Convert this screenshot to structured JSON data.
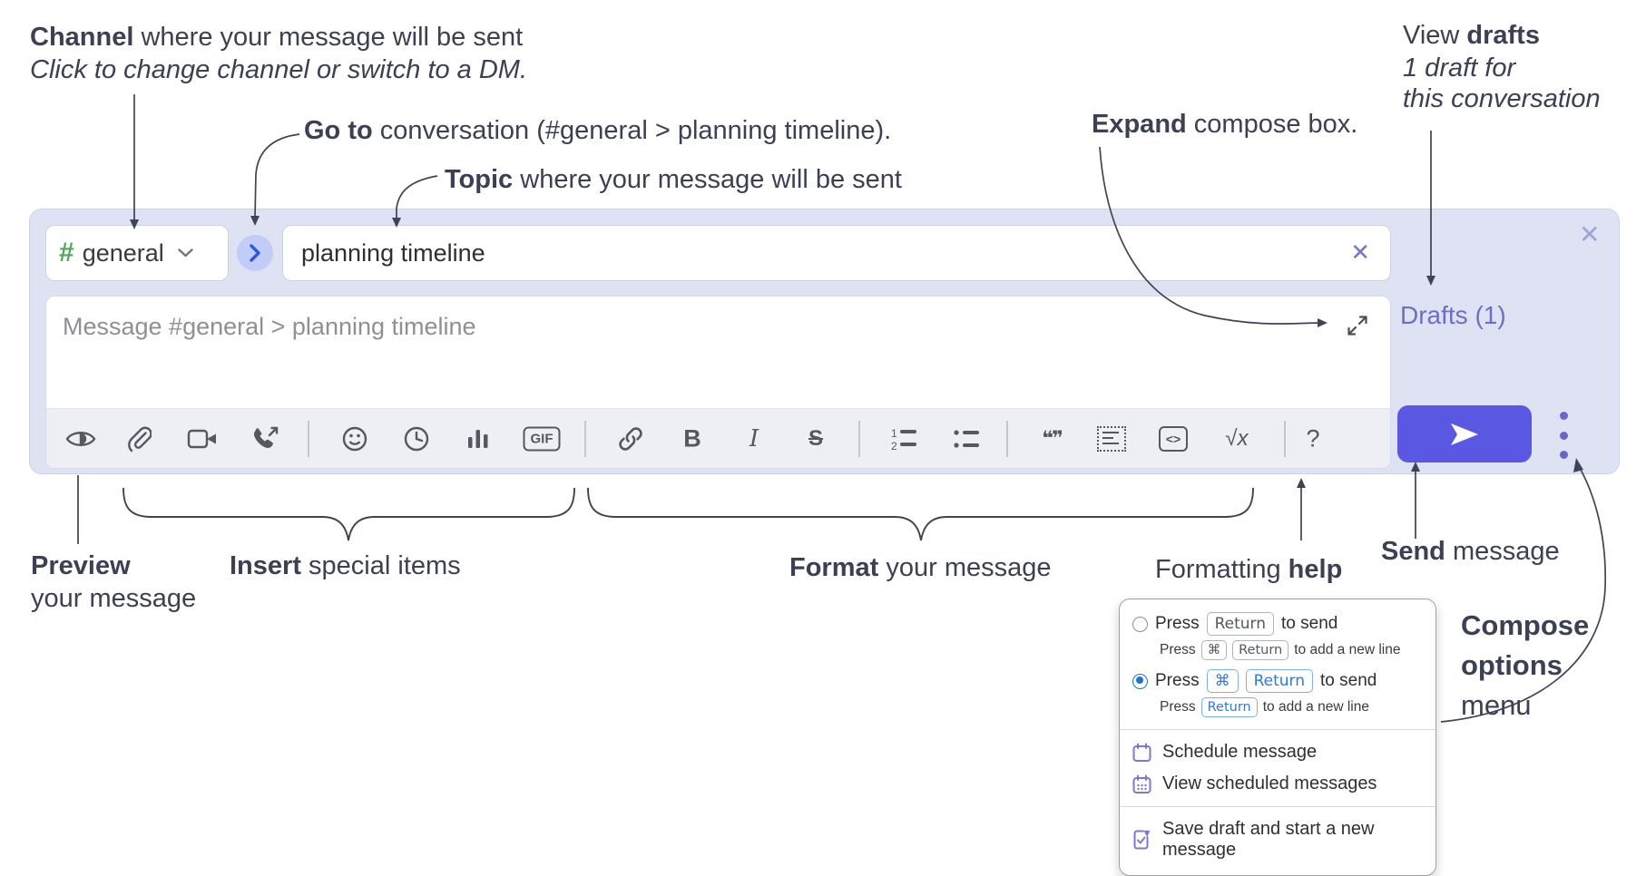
{
  "annotations": {
    "channel_bold": "Channel",
    "channel_rest": " where your message will be sent",
    "channel_sub": "Click to change channel or switch to a DM.",
    "goto_bold": "Go to",
    "goto_rest": " conversation (#general > planning timeline).",
    "topic_bold": "Topic",
    "topic_rest": " where your message will be sent",
    "expand_bold": "Expand",
    "expand_rest": " compose box.",
    "drafts_view": "View ",
    "drafts_bold": "drafts",
    "drafts_line2": "1 draft for",
    "drafts_line3": "this conversation",
    "preview_bold": "Preview",
    "preview_line2": "your message",
    "insert_bold": "Insert",
    "insert_rest": " special items",
    "format_bold": "Format",
    "format_rest": " your message",
    "help_pre": "Formatting ",
    "help_bold": "help",
    "send_bold": "Send",
    "send_rest": " message",
    "options_line1": "Compose",
    "options_line2": "options",
    "options_line3": "menu"
  },
  "compose": {
    "channel_hash": "#",
    "channel_name": "general",
    "topic_value": "planning timeline",
    "message_placeholder": "Message #general > planning timeline",
    "drafts_label": "Drafts (1)",
    "close_glyph": "✕",
    "clear_glyph": "✕"
  },
  "toolbar": {
    "bold_glyph": "B",
    "italic_glyph": "I",
    "strike_glyph": "S",
    "gif_glyph": "GIF",
    "quote_glyph": "❝❞",
    "code_glyph": "<>",
    "math_glyph": "√x",
    "help_glyph": "?"
  },
  "colors": {
    "accent_indigo": "#5a57e3",
    "drafts_purple": "#6d6ec4",
    "hash_green": "#53a65c",
    "radio_blue": "#2073cf",
    "menu_icon_purple": "#7d77d4"
  },
  "compose_menu": {
    "opt1_press": "Press",
    "opt1_key": "Return",
    "opt1_suffix": "to send",
    "opt1_sub_press": "Press",
    "opt1_sub_key1": "⌘",
    "opt1_sub_key2": "Return",
    "opt1_sub_suffix": "to add a new line",
    "opt2_press": "Press",
    "opt2_key1": "⌘",
    "opt2_key2": "Return",
    "opt2_suffix": "to send",
    "opt2_sub_press": "Press",
    "opt2_sub_key": "Return",
    "opt2_sub_suffix": "to add a new line",
    "items": [
      {
        "label": "Schedule message"
      },
      {
        "label": "View scheduled messages"
      },
      {
        "label": "Save draft and start a new message"
      }
    ]
  }
}
